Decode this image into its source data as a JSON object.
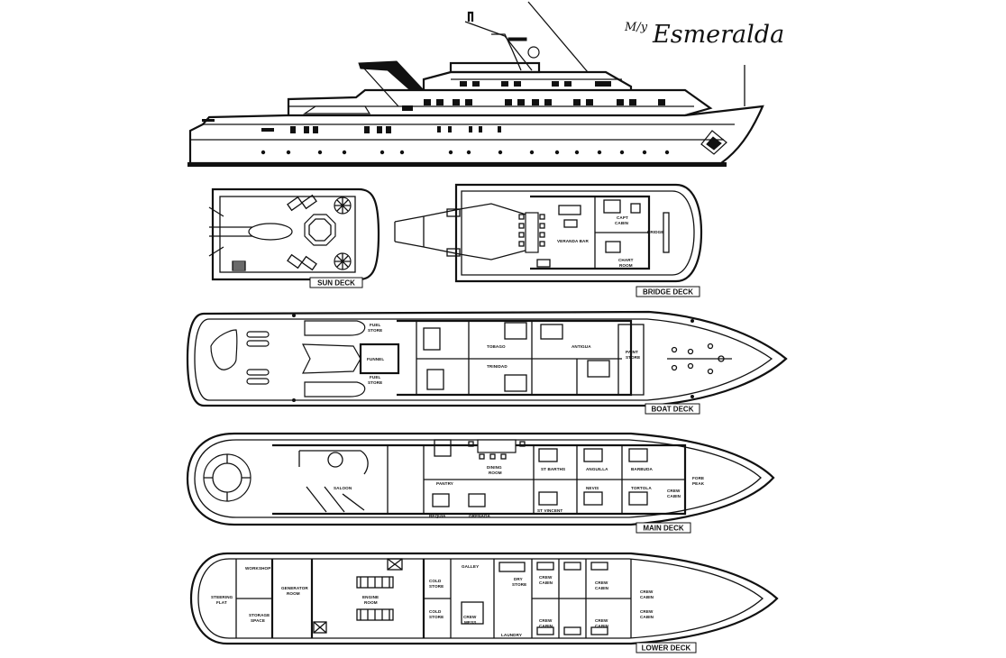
{
  "title": {
    "prefix": "M/y",
    "name": "Esmeralda"
  },
  "decks": {
    "sun": "SUN DECK",
    "bridge": "BRIDGE DECK",
    "boat": "BOAT DECK",
    "main": "MAIN DECK",
    "lower": "LOWER DECK"
  },
  "bridge_labels": {
    "capt_cabin": [
      "CAPT",
      "CABIN"
    ],
    "veranda_bar": "VERANDA BAR",
    "bridge": "BRIDGE",
    "chart_room": [
      "CHART",
      "ROOM"
    ]
  },
  "boat_labels": {
    "fuel_store_top": [
      "FUEL",
      "STORE"
    ],
    "fuel_store_bottom": [
      "FUEL",
      "STORE"
    ],
    "funnel": "FUNNEL",
    "paint_store": [
      "PAINT",
      "STORE"
    ],
    "cabin_tobago": "TOBAGO",
    "cabin_antigua": "ANTIGUA",
    "cabin_trinidad": "TRINIDAD"
  },
  "main_labels": {
    "saloon": "SALOON",
    "pantry": "PANTRY",
    "dining_room": [
      "DINING",
      "ROOM"
    ],
    "fore_peak": [
      "FORE",
      "PEAK"
    ],
    "crew_cabin": [
      "CREW",
      "CABIN"
    ],
    "cabin_st_barths": "ST BARTHS",
    "cabin_anguilla": "ANGUILLA",
    "cabin_barbuda": "BARBUDA",
    "cabin_bequia": "BEQUIA",
    "cabin_nevis": "NEVIS",
    "cabin_tortola": "TORTOLA",
    "cabin_grenada": "GRENADA",
    "cabin_st_vincent": "ST VINCENT"
  },
  "lower_labels": {
    "workshop": "WORKSHOP",
    "steering_flat": [
      "STEERING",
      "FLAT"
    ],
    "generator_room": [
      "GENERATOR",
      "ROOM"
    ],
    "storage_space": [
      "STORAGE",
      "SPACE"
    ],
    "engine_room": [
      "ENGINE",
      "ROOM"
    ],
    "cold_store_top": [
      "COLD",
      "STORE"
    ],
    "cold_store_bottom": [
      "COLD",
      "STORE"
    ],
    "galley": "GALLEY",
    "crew_mess": [
      "CREW",
      "MESS"
    ],
    "dry_store": [
      "DRY",
      "STORE"
    ],
    "laundry": "LAUNDRY",
    "crew_cabin": [
      "CREW",
      "CABIN"
    ]
  }
}
